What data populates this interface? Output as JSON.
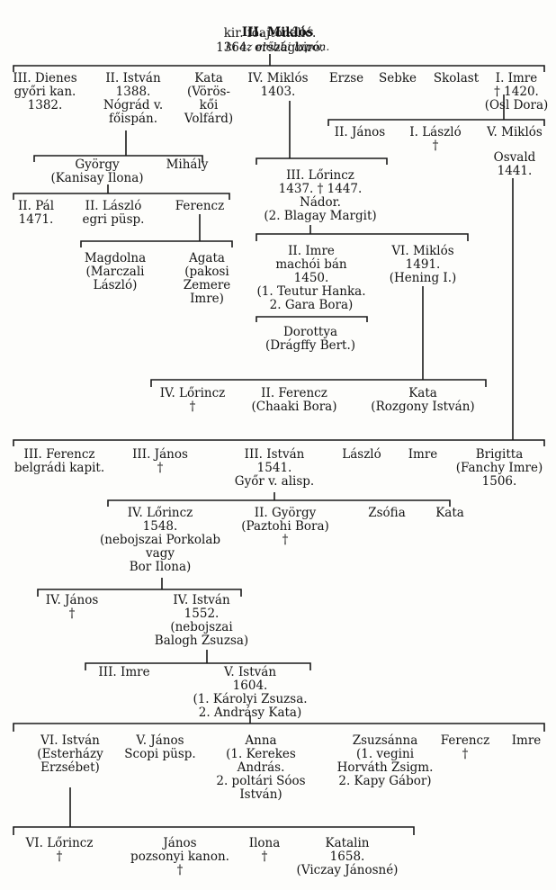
{
  "root": {
    "name": "III. Miklós",
    "note": "ki az előbbi lapon.",
    "line2": "kir. főajtónálló.",
    "line3": "1364. országbiró."
  },
  "gen1": {
    "dienes": "III. Dienes\ngyőri kan.\n1382.",
    "istvan2": "II. István\n1388.\nNógrád v.\nfőispán.",
    "kata1": "Kata\n(Vörös-\nkői\nVolfárd)",
    "miklos4": "IV. Miklós\n1403.",
    "erzse": "Erzse",
    "sebke": "Sebke",
    "skolast": "Skolast",
    "imre1": "I. Imre\n† 1420.\n(Osl Dora)"
  },
  "imre_children": {
    "janos2": "II. János",
    "laszlo1": "I. László\n†",
    "miklos5": "V. Miklós",
    "osvald": "Osvald\n1441."
  },
  "istvan2_children": {
    "gyorgy": "György\n(Kanisay Ilona)",
    "mihaly": "Mihály"
  },
  "gyorgy_children": {
    "pal": "II. Pál\n1471.",
    "laszlo2": "II. László\negri püsp.",
    "ferencz1": "Ferencz"
  },
  "ferencz1_children": {
    "magdolna": "Magdolna\n(Marczali\nLászló)",
    "agata": "Agata\n(pakosi\nZemere\nImre)"
  },
  "lorincz3": "III. Lőrincz\n1437. † 1447.\nNádor.\n(2. Blagay Margit)",
  "lorincz3_children": {
    "imre2": "II. Imre\nmachói bán\n1450.\n(1. Teutur Hanka.\n2. Gara Bora)",
    "miklos6": "VI. Miklós\n1491.\n(Hening I.)"
  },
  "dorottya": "Dorottya\n(Drágffy Bert.)",
  "miklos6_children": {
    "lorincz4": "IV. Lőrincz\n†",
    "ferencz2": "II. Ferencz\n(Chaaki Bora)",
    "kata2": "Kata\n(Rozgony István)"
  },
  "osvald_children": {
    "ferencz3": "III. Ferencz\nbelgrádi kapit.",
    "janos3": "III. János\n†",
    "istvan3": "III. István\n1541.\nGyőr v. alisp.",
    "laszlo3": "László",
    "imre3": "Imre",
    "brigitta": "Brigitta\n(Fanchy Imre)\n1506."
  },
  "istvan3_children": {
    "lorincz5": "IV. Lőrincz\n1548.\n(nebojszai Porkolab\nvagy\nBor Ilona)",
    "gyorgy2": "II. György\n(Paztohi Bora)\n†",
    "zsofia": "Zsófia",
    "kata3": "Kata"
  },
  "lorincz5_children": {
    "janos4": "IV. János\n†",
    "istvan4": "IV. István\n1552.\n(nebojszai\nBalogh Zsuzsa)"
  },
  "istvan4_children": {
    "imre4": "III. Imre",
    "istvan5": "V. István\n1604.\n(1. Károlyi Zsuzsa.\n2. Andrásy Kata)"
  },
  "istvan5_children": {
    "istvan6": "VI. István\n(Esterházy\nErzsébet)",
    "janos5": "V. János\nScopi püsp.",
    "anna": "Anna\n(1. Kerekes\nAndrás.\n2. poltári Sóos\nIstván)",
    "zsuzsanna": "Zsuzsánna\n(1. vegini\nHorváth Zsigm.\n2. Kapy Gábor)",
    "ferencz4": "Ferencz\n†",
    "imre5": "Imre"
  },
  "istvan6_children": {
    "lorincz6": "VI. Lőrincz\n†",
    "janos6": "János\npozsonyi kanon.\n†",
    "ilona": "Ilona\n†",
    "katalin": "Katalin\n1658.\n(Viczay Jánosné)"
  }
}
